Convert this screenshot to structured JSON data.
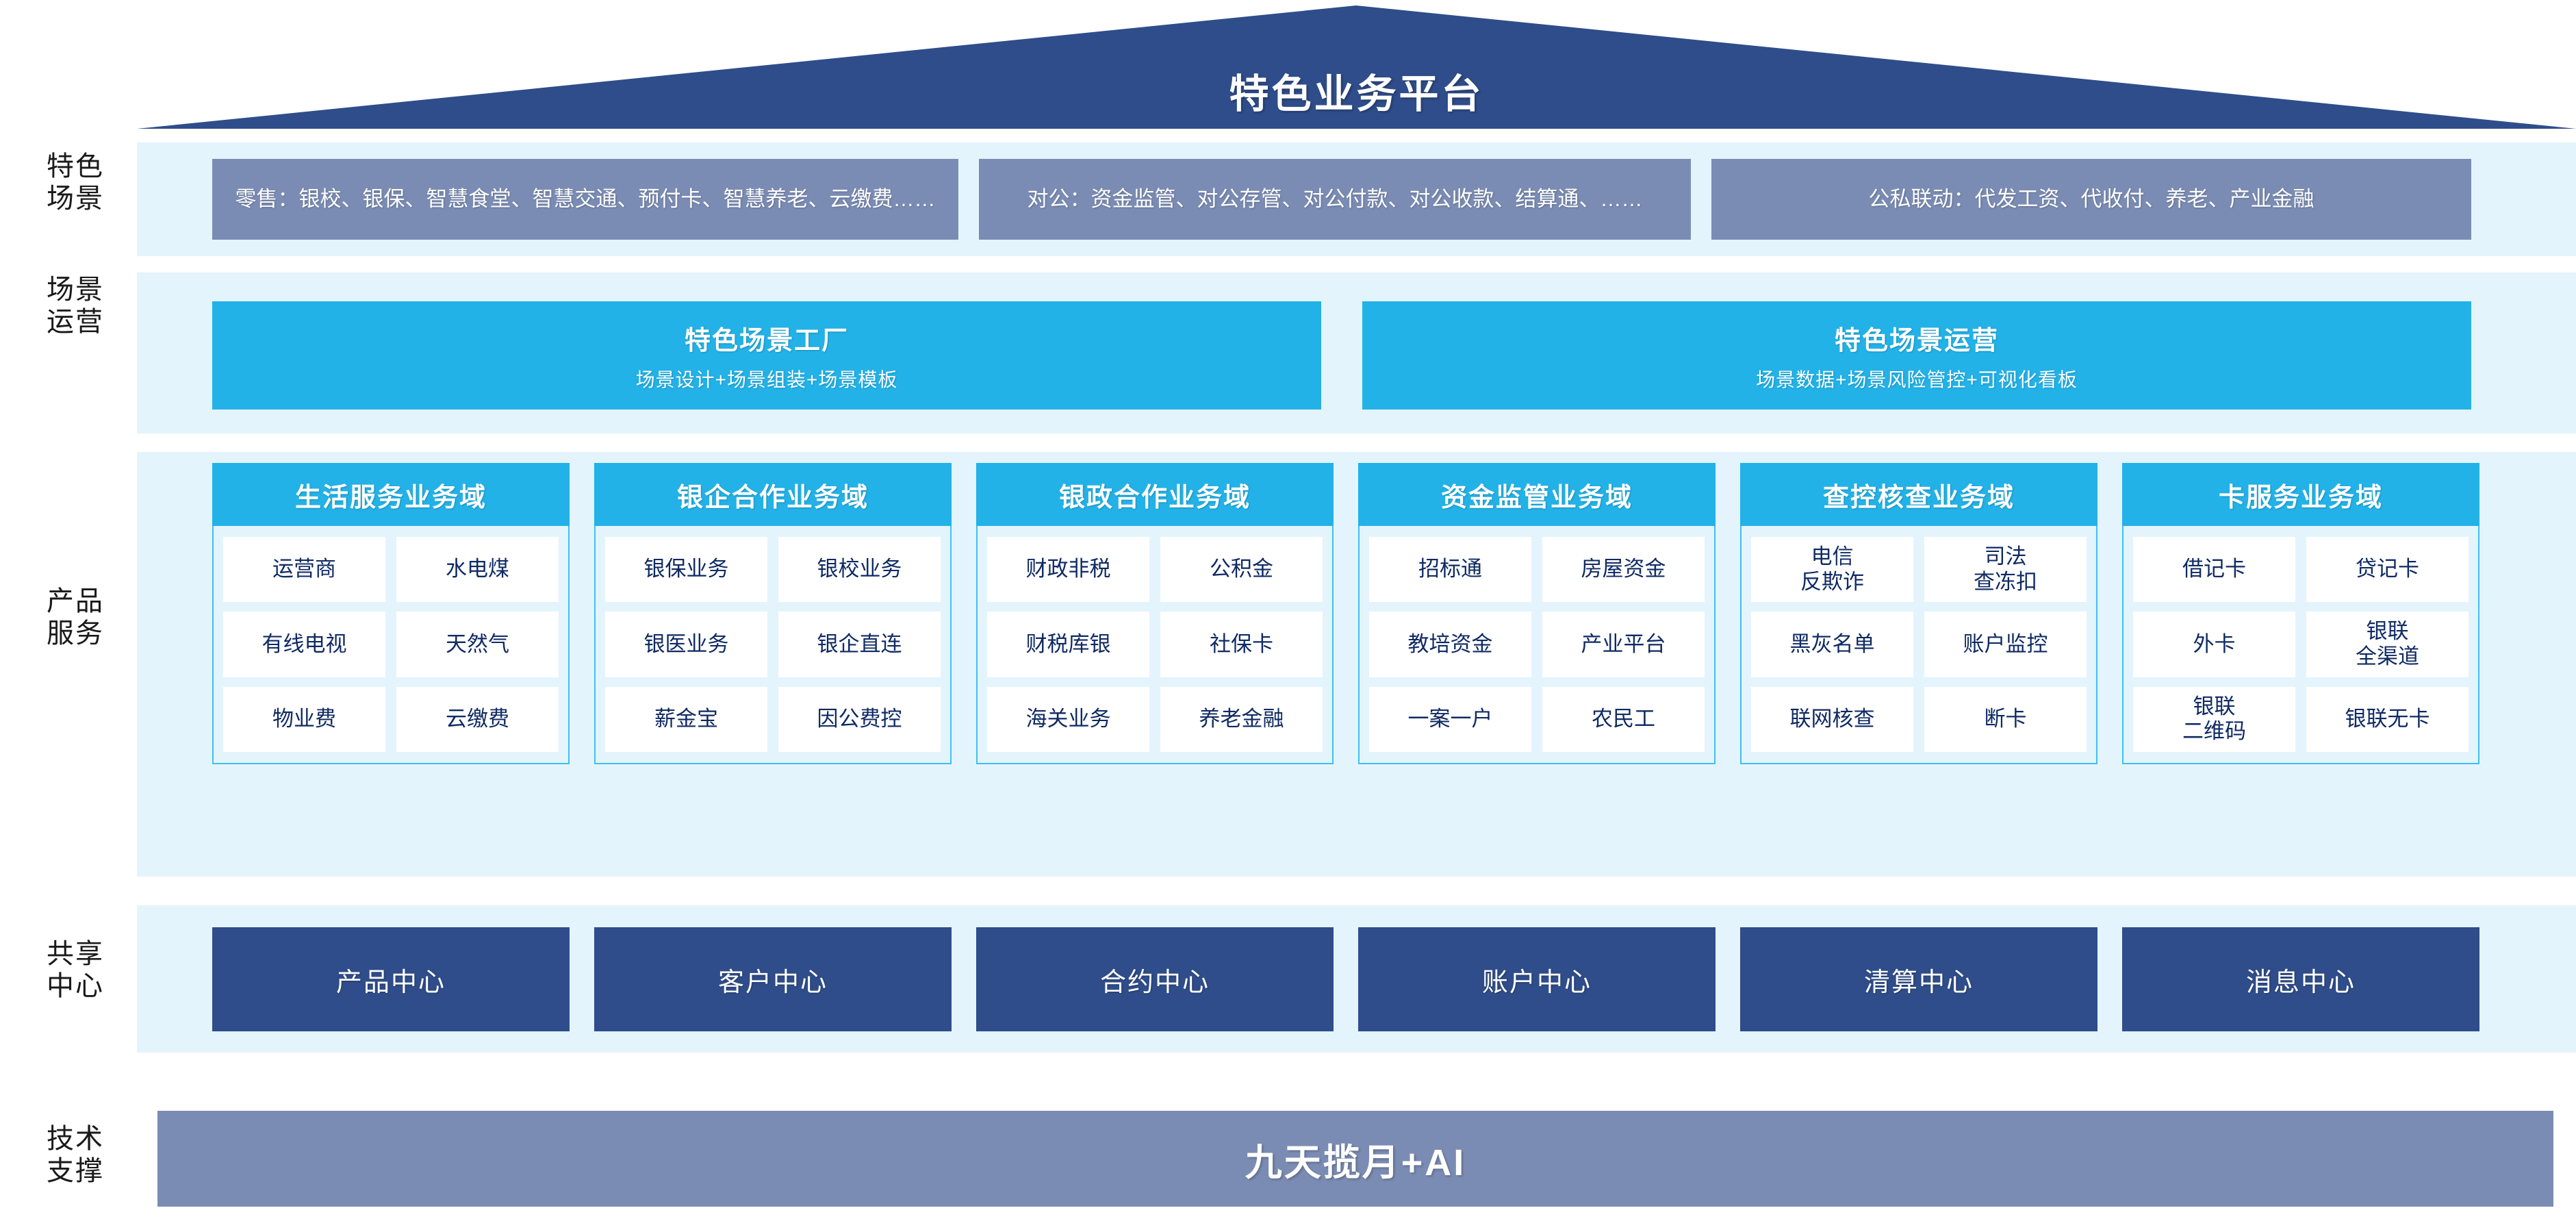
{
  "title": "特色业务平台",
  "row_labels": {
    "scenarios": "特色\n场景",
    "operations": "场景\n运营",
    "products": "产品\n服务",
    "shared": "共享\n中心",
    "tech": "技术\n支撑"
  },
  "colors": {
    "roof": "#2f4d8a",
    "panel_bg": "#e4f4fc",
    "scenario_box": "#7b8cb4",
    "accent_cyan": "#22b2e8",
    "center_navy": "#2f4d8a",
    "cell_text": "#0f2a63",
    "border_cyan": "#3fc0ef"
  },
  "scenarios": [
    {
      "label": "零售：银校、银保、智慧食堂、智慧交通、预付卡、智慧养老、云缴费……"
    },
    {
      "label": "对公：资金监管、对公存管、对公付款、对公收款、结算通、……"
    },
    {
      "label": "公私联动：代发工资、代收付、养老、产业金融"
    }
  ],
  "operations": [
    {
      "title": "特色场景工厂",
      "subtitle": "场景设计+场景组装+场景模板"
    },
    {
      "title": "特色场景运营",
      "subtitle": "场景数据+场景风险管控+可视化看板"
    }
  ],
  "product_domains": [
    {
      "header": "生活服务业务域",
      "rows": [
        [
          "运营商",
          "水电煤"
        ],
        [
          "有线电视",
          "天然气"
        ],
        [
          "物业费",
          "云缴费"
        ]
      ]
    },
    {
      "header": "银企合作业务域",
      "rows": [
        [
          "银保业务",
          "银校业务"
        ],
        [
          "银医业务",
          "银企直连"
        ],
        [
          "薪金宝",
          "因公费控"
        ]
      ]
    },
    {
      "header": "银政合作业务域",
      "rows": [
        [
          "财政非税",
          "公积金"
        ],
        [
          "财税库银",
          "社保卡"
        ],
        [
          "海关业务",
          "养老金融"
        ]
      ]
    },
    {
      "header": "资金监管业务域",
      "rows": [
        [
          "招标通",
          "房屋资金"
        ],
        [
          "教培资金",
          "产业平台"
        ],
        [
          "一案一户",
          "农民工"
        ]
      ]
    },
    {
      "header": "查控核查业务域",
      "rows": [
        [
          "电信\n反欺诈",
          "司法\n查冻扣"
        ],
        [
          "黑灰名单",
          "账户监控"
        ],
        [
          "联网核查",
          "断卡"
        ]
      ]
    },
    {
      "header": "卡服务业务域",
      "rows": [
        [
          "借记卡",
          "贷记卡"
        ],
        [
          "外卡",
          "银联\n全渠道"
        ],
        [
          "银联\n二维码",
          "银联无卡"
        ]
      ]
    }
  ],
  "shared_centers": [
    {
      "label": "产品中心"
    },
    {
      "label": "客户中心"
    },
    {
      "label": "合约中心"
    },
    {
      "label": "账户中心"
    },
    {
      "label": "清算中心"
    },
    {
      "label": "消息中心"
    }
  ],
  "tech_support": {
    "label": "九天揽月+AI"
  }
}
